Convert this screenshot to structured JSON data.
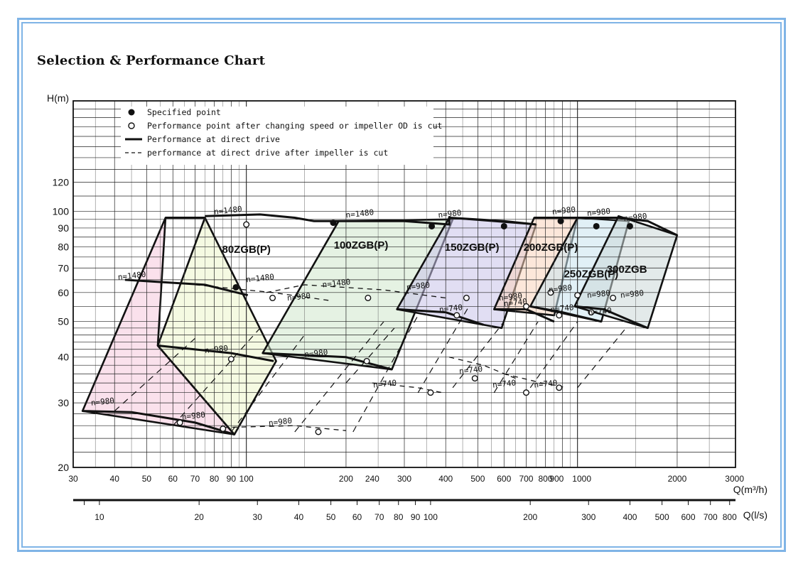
{
  "chart_data": {
    "type": "line",
    "title": "Selection & Performance Chart",
    "ylabel": "H(m)",
    "xlabel": "Q(m³/h)",
    "x2label": "Q(l/s)",
    "x_scale": "log",
    "y_scale": "log",
    "xlim": [
      30,
      3000
    ],
    "ylim": [
      20,
      200
    ],
    "x_ticks": [
      30,
      40,
      50,
      60,
      70,
      80,
      90,
      100,
      200,
      240,
      300,
      400,
      500,
      600,
      700,
      800,
      900,
      1000,
      2000,
      3000
    ],
    "x_tick_labels": [
      "30",
      "40",
      "50",
      "60",
      "70",
      "80",
      "90",
      "100",
      "200",
      "240",
      "300",
      "400",
      "500",
      "600",
      "700",
      "800",
      "900",
      "1000",
      "2000",
      "3000"
    ],
    "y_ticks": [
      20,
      30,
      40,
      50,
      60,
      70,
      80,
      90,
      100,
      120
    ],
    "y_tick_labels": [
      "20",
      "30",
      "40",
      "50",
      "60",
      "70",
      "80",
      "90",
      "100",
      "120"
    ],
    "x2_ticks": [
      10,
      20,
      30,
      40,
      50,
      60,
      70,
      80,
      90,
      100,
      200,
      300,
      400,
      500,
      600,
      700,
      800
    ],
    "x2_tick_labels": [
      "10",
      "20",
      "30",
      "40",
      "50",
      "60",
      "70",
      "80",
      "90",
      "100",
      "200",
      "300",
      "400",
      "500",
      "600",
      "700",
      "800"
    ],
    "grid": true,
    "legend_position": "top-left",
    "legend": {
      "specified": "Specified point",
      "changed": "Performance point after changing speed or impeller OD is cut",
      "direct": "Performance at direct drive",
      "cut": "performance at direct drive after impeller is cut"
    },
    "regions": [
      {
        "model": "80ZGB(P)",
        "color": "#f6c9dd",
        "label_at": [
          100,
          77
        ],
        "corners": [
          [
            32,
            28.5
          ],
          [
            57,
            96
          ],
          [
            92,
            24.6
          ],
          [
            54,
            43
          ]
        ],
        "corners2": [
          [
            54,
            43
          ],
          [
            75,
            96
          ],
          [
            123,
            39
          ],
          [
            92,
            24.6
          ]
        ]
      },
      {
        "model": "100ZGB(P)",
        "color": "#cfe8cc",
        "label_at": [
          222,
          79
        ],
        "corners": [
          [
            112,
            41
          ],
          [
            190,
            94
          ],
          [
            275,
            37
          ],
          [
            420,
            95
          ]
        ]
      },
      {
        "model": "150ZGB(P)",
        "color": "#c9c3ea",
        "label_at": [
          480,
          78
        ],
        "corners": [
          [
            285,
            54
          ],
          [
            410,
            96
          ],
          [
            590,
            48
          ],
          [
            750,
            92
          ]
        ]
      },
      {
        "model": "200ZGB(P)",
        "color": "#f9d3bc",
        "label_at": [
          830,
          78
        ],
        "corners": [
          [
            560,
            54
          ],
          [
            740,
            96
          ],
          [
            850,
            52
          ],
          [
            1000,
            96
          ]
        ]
      },
      {
        "model": "250ZGB(P)",
        "color": "#c9e4ef",
        "label_at": [
          1100,
          66
        ],
        "corners": [
          [
            720,
            55
          ],
          [
            1000,
            96
          ],
          [
            1180,
            50
          ],
          [
            1430,
            94
          ]
        ]
      },
      {
        "model": "300ZGB",
        "color": "#ccd9d9",
        "label_at": [
          1410,
          68
        ],
        "corners": [
          [
            980,
            55
          ],
          [
            1330,
            97
          ],
          [
            1630,
            48
          ],
          [
            2000,
            86
          ]
        ]
      }
    ],
    "series": [
      {
        "points": [
          [
            57,
            96
          ],
          [
            75,
            96
          ]
        ],
        "style": "solid"
      },
      {
        "points": [
          [
            75,
            97
          ],
          [
            110,
            98
          ],
          [
            140,
            96
          ],
          [
            160,
            94
          ],
          [
            300,
            94
          ],
          [
            410,
            92
          ],
          [
            410,
            96
          ],
          [
            600,
            94
          ],
          [
            750,
            92
          ]
        ],
        "style": "solid"
      },
      {
        "points": [
          [
            740,
            96
          ],
          [
            1000,
            96
          ],
          [
            1330,
            96
          ],
          [
            1630,
            94
          ],
          [
            2000,
            86
          ]
        ],
        "style": "solid"
      },
      {
        "points": [
          [
            43,
            65
          ],
          [
            75,
            63
          ],
          [
            101,
            59
          ]
        ],
        "style": "solid"
      },
      {
        "points": [
          [
            54,
            43
          ],
          [
            90,
            41
          ],
          [
            121,
            39
          ]
        ],
        "style": "solid"
      },
      {
        "points": [
          [
            112,
            41
          ],
          [
            200,
            40
          ],
          [
            275,
            37
          ]
        ],
        "style": "solid"
      },
      {
        "points": [
          [
            32,
            28.5
          ],
          [
            45,
            28.3
          ],
          [
            70,
            26.5
          ],
          [
            92,
            24.6
          ]
        ],
        "style": "solid"
      },
      {
        "points": [
          [
            285,
            54
          ],
          [
            400,
            53
          ],
          [
            520,
            49
          ]
        ],
        "style": "solid"
      },
      {
        "points": [
          [
            560,
            54
          ],
          [
            700,
            54
          ],
          [
            850,
            50
          ]
        ],
        "style": "solid"
      },
      {
        "points": [
          [
            720,
            55
          ],
          [
            900,
            53
          ],
          [
            1180,
            50
          ]
        ],
        "style": "solid"
      },
      {
        "points": [
          [
            980,
            55
          ],
          [
            1200,
            54
          ],
          [
            1630,
            48
          ]
        ],
        "style": "solid"
      },
      {
        "points": [
          [
            70,
            63
          ],
          [
            120,
            60
          ],
          [
            180,
            57
          ]
        ],
        "style": "dashed"
      },
      {
        "points": [
          [
            115,
            60
          ],
          [
            150,
            63
          ],
          [
            260,
            61
          ],
          [
            400,
            58
          ]
        ],
        "style": "dashed"
      },
      {
        "points": [
          [
            85,
            25.7
          ],
          [
            140,
            26
          ],
          [
            200,
            25.2
          ]
        ],
        "style": "dashed"
      },
      {
        "points": [
          [
            240,
            34
          ],
          [
            330,
            33
          ],
          [
            390,
            32
          ]
        ],
        "style": "dashed"
      },
      {
        "points": [
          [
            410,
            40
          ],
          [
            520,
            38
          ],
          [
            650,
            35
          ]
        ],
        "style": "dashed"
      },
      {
        "points": [
          [
            600,
            36
          ],
          [
            780,
            34
          ],
          [
            930,
            33
          ]
        ],
        "style": "dashed"
      }
    ],
    "specified_points": [
      [
        93,
        62
      ],
      [
        183,
        93
      ],
      [
        363,
        91
      ],
      [
        600,
        91
      ],
      [
        890,
        94
      ],
      [
        1140,
        91
      ],
      [
        1440,
        91
      ]
    ],
    "changed_points": [
      [
        100,
        92
      ],
      [
        120,
        58
      ],
      [
        90,
        39.5
      ],
      [
        231,
        39
      ],
      [
        63,
        26.5
      ],
      [
        85,
        25.5
      ],
      [
        165,
        25
      ],
      [
        233,
        58
      ],
      [
        462,
        58
      ],
      [
        432,
        52
      ],
      [
        700,
        55
      ],
      [
        830,
        60
      ],
      [
        880,
        52
      ],
      [
        1000,
        59
      ],
      [
        1100,
        53
      ],
      [
        1280,
        58
      ],
      [
        360,
        32
      ],
      [
        490,
        35
      ],
      [
        700,
        32
      ],
      [
        880,
        33
      ]
    ],
    "annotations": [
      {
        "text": "n=1480",
        "at": [
          80,
          98
        ]
      },
      {
        "text": "n=1480",
        "at": [
          200,
          96
        ]
      },
      {
        "text": "n=980",
        "at": [
          380,
          96
        ]
      },
      {
        "text": "n=980",
        "at": [
          840,
          98
        ]
      },
      {
        "text": "n=980",
        "at": [
          1070,
          97
        ]
      },
      {
        "text": "n=980",
        "at": [
          1380,
          94
        ]
      },
      {
        "text": "n=1480",
        "at": [
          41,
          65
        ]
      },
      {
        "text": "n=1480",
        "at": [
          100,
          64
        ]
      },
      {
        "text": "n=1480",
        "at": [
          170,
          62
        ]
      },
      {
        "text": "n=980",
        "at": [
          133,
          57
        ]
      },
      {
        "text": "n=980",
        "at": [
          305,
          61
        ]
      },
      {
        "text": "n=980",
        "at": [
          580,
          57
        ]
      },
      {
        "text": "n=980",
        "at": [
          820,
          60
        ]
      },
      {
        "text": "n=980",
        "at": [
          1070,
          58
        ]
      },
      {
        "text": "n=980",
        "at": [
          1350,
          58
        ]
      },
      {
        "text": "n=740",
        "at": [
          383,
          53
        ]
      },
      {
        "text": "n=740",
        "at": [
          600,
          55
        ]
      },
      {
        "text": "n=740",
        "at": [
          830,
          53
        ]
      },
      {
        "text": "n=740",
        "at": [
          1080,
          52
        ]
      },
      {
        "text": "n=980",
        "at": [
          75,
          41
        ]
      },
      {
        "text": "n=980",
        "at": [
          150,
          40
        ]
      },
      {
        "text": "n=740",
        "at": [
          242,
          33
        ]
      },
      {
        "text": "n=740",
        "at": [
          440,
          36
        ]
      },
      {
        "text": "n=740",
        "at": [
          555,
          33
        ]
      },
      {
        "text": "n=740",
        "at": [
          740,
          33
        ]
      },
      {
        "text": "n=980",
        "at": [
          34,
          29.5
        ]
      },
      {
        "text": "n=980",
        "at": [
          64,
          27
        ]
      },
      {
        "text": "n=980",
        "at": [
          117,
          26
        ]
      }
    ]
  }
}
